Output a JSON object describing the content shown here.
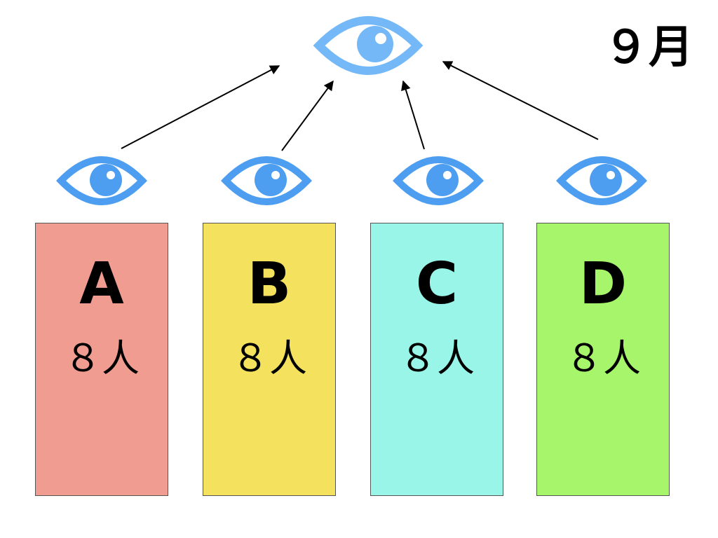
{
  "month": "９月",
  "colors": {
    "top_eye": "#74b8f7",
    "group_eye": "#4d9ef0",
    "arrow": "#000000"
  },
  "groups": [
    {
      "name": "A",
      "count": "８人",
      "color": "#f19c90"
    },
    {
      "name": "B",
      "count": "８人",
      "color": "#f4e25e"
    },
    {
      "name": "C",
      "count": "８人",
      "color": "#99f5e8"
    },
    {
      "name": "D",
      "count": "８人",
      "color": "#a6f56a"
    }
  ]
}
